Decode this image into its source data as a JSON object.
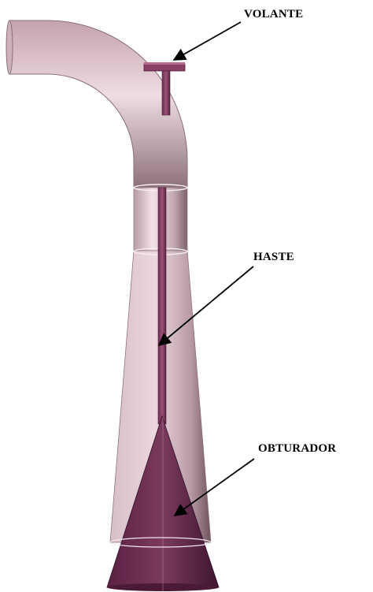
{
  "labels": {
    "volante": "VOLANTE",
    "haste": "HASTE",
    "obturador": "OBTURADOR"
  },
  "colors": {
    "pipe": "#c9aab4",
    "pipe_light": "#ecd8dd",
    "pipe_dark": "#7a5f68",
    "cone": "#6e2d52",
    "cone_light": "#8c4a6e",
    "cone_dark": "#3f1a30",
    "stem": "#8a3f66",
    "arrow": "#000000"
  }
}
